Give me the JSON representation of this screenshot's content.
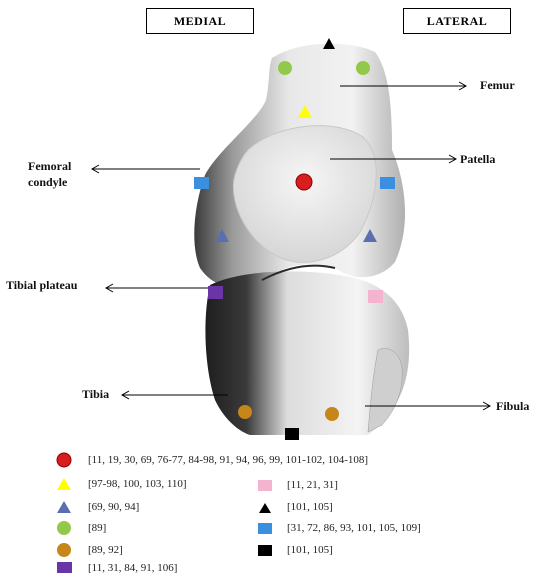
{
  "headers": {
    "medial": "MEDIAL",
    "lateral": "LATERAL"
  },
  "labels": {
    "femur": "Femur",
    "patella": "Patella",
    "femoral_condyle_line1": "Femoral",
    "femoral_condyle_line2": "condyle",
    "tibial_plateau": "Tibial plateau",
    "tibia": "Tibia",
    "fibula": "Fibula"
  },
  "legend": [
    {
      "marker": "red-circle",
      "color": "#d81e1e",
      "text": "[11, 19, 30, 69, 76-77, 84-98, 91, 94, 96, 99, 101-102, 104-108]"
    },
    {
      "marker": "yellow-triangle",
      "color": "#ffff00",
      "text": "[97-98, 100, 103, 110]"
    },
    {
      "marker": "pink-square",
      "color": "#f4b4cf",
      "text": "[11, 21, 31]"
    },
    {
      "marker": "blue-triangle",
      "color": "#5b6fb0",
      "text": "[69, 90, 94]"
    },
    {
      "marker": "black-triangle",
      "color": "#000000",
      "text": "[101, 105]"
    },
    {
      "marker": "green-circle",
      "color": "#92c94a",
      "text": "[89]"
    },
    {
      "marker": "blue-square",
      "color": "#3a8fe0",
      "text": "[31, 72, 86, 93, 101, 105, 109]"
    },
    {
      "marker": "orange-circle",
      "color": "#c7861a",
      "text": "[89, 92]"
    },
    {
      "marker": "black-square",
      "color": "#000000",
      "text": "[101, 105]"
    },
    {
      "marker": "purple-square",
      "color": "#6a35a6",
      "text": "[11, 31, 84, 91, 106]"
    }
  ]
}
